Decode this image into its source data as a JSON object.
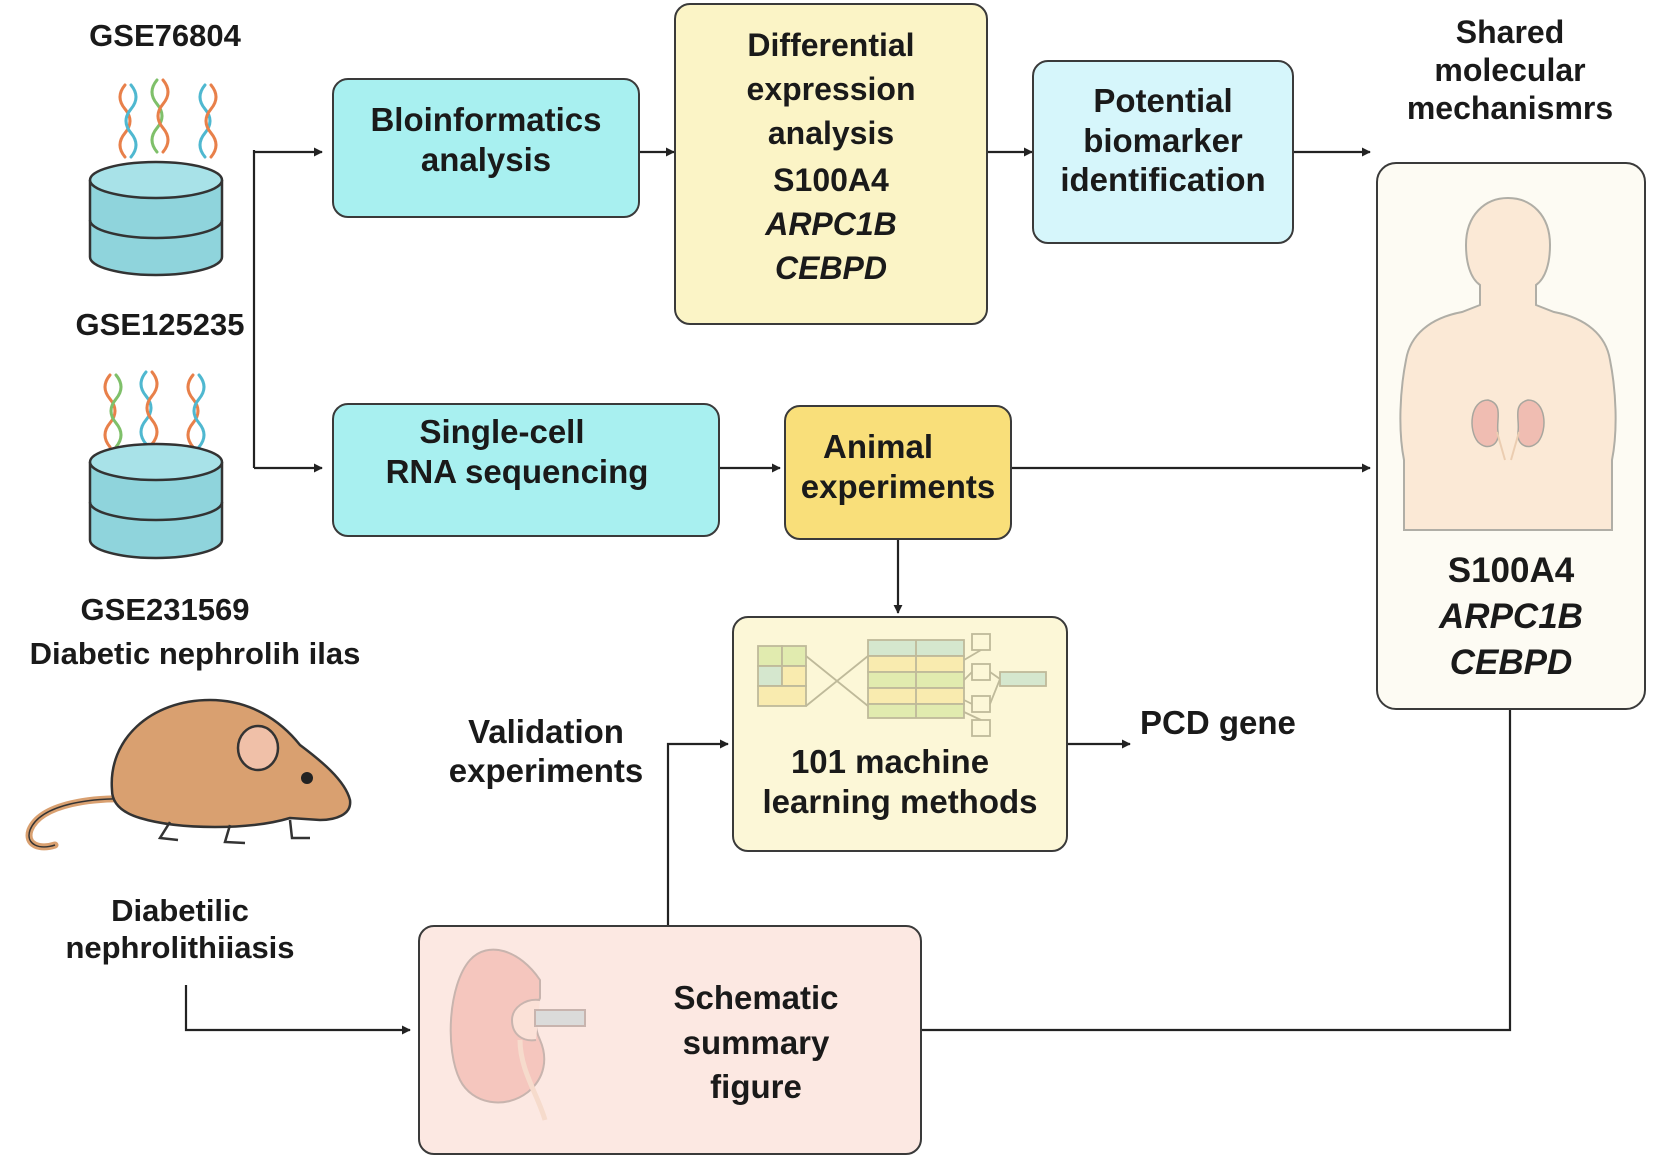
{
  "colors": {
    "cyan_box": "#a8f0f0",
    "light_cyan_box": "#d6f6fb",
    "pale_yellow_box": "#fbf4c6",
    "yellow_box": "#f9df7a",
    "pink_box": "#fbe0d8",
    "body_box": "#fbf8ea",
    "database": "#8fd4dc",
    "mouse": "#d9a070",
    "kidney": "#e2776f",
    "stroke": "#333333"
  },
  "datasets": {
    "gse76804": "GSE76804",
    "gse125235": "GSE125235",
    "gse231569": "GSE231569",
    "gse231569_sub": "Diabetic nephrolih ilas"
  },
  "mouse_label": {
    "line1": "Diabetilic",
    "line2": "nephrolithiiasis"
  },
  "boxes": {
    "bioinformatics": [
      "Bloinformatics",
      "analysis"
    ],
    "differential": {
      "title": [
        "Differential",
        "expression",
        "analysis"
      ],
      "gene_plain": "S100A4",
      "gene_italic_1": "ARPC1B",
      "gene_italic_2": "CEBPD"
    },
    "biomarker": [
      "Potential",
      "biomarker",
      "identification"
    ],
    "singlecell": [
      "Single-cell",
      "RNA sequencing"
    ],
    "animal": [
      "Animal",
      "experiments"
    ],
    "ml": [
      "101 machine",
      "learning methods"
    ],
    "schematic": [
      "Schematic",
      "summary",
      "figure"
    ]
  },
  "shared": {
    "heading": [
      "Shared",
      "molecular",
      "mechanismrs"
    ],
    "gene_plain": "S100A4",
    "gene_italic_1": "ARPC1B",
    "gene_italic_2": "CEBPD"
  },
  "validation": [
    "Validation",
    "experiments"
  ],
  "pcd": "PCD gene",
  "icons": [
    "dna-icon",
    "database-icon",
    "mouse-icon",
    "human-body-icon",
    "kidney-icon",
    "ml-schematic-icon"
  ]
}
